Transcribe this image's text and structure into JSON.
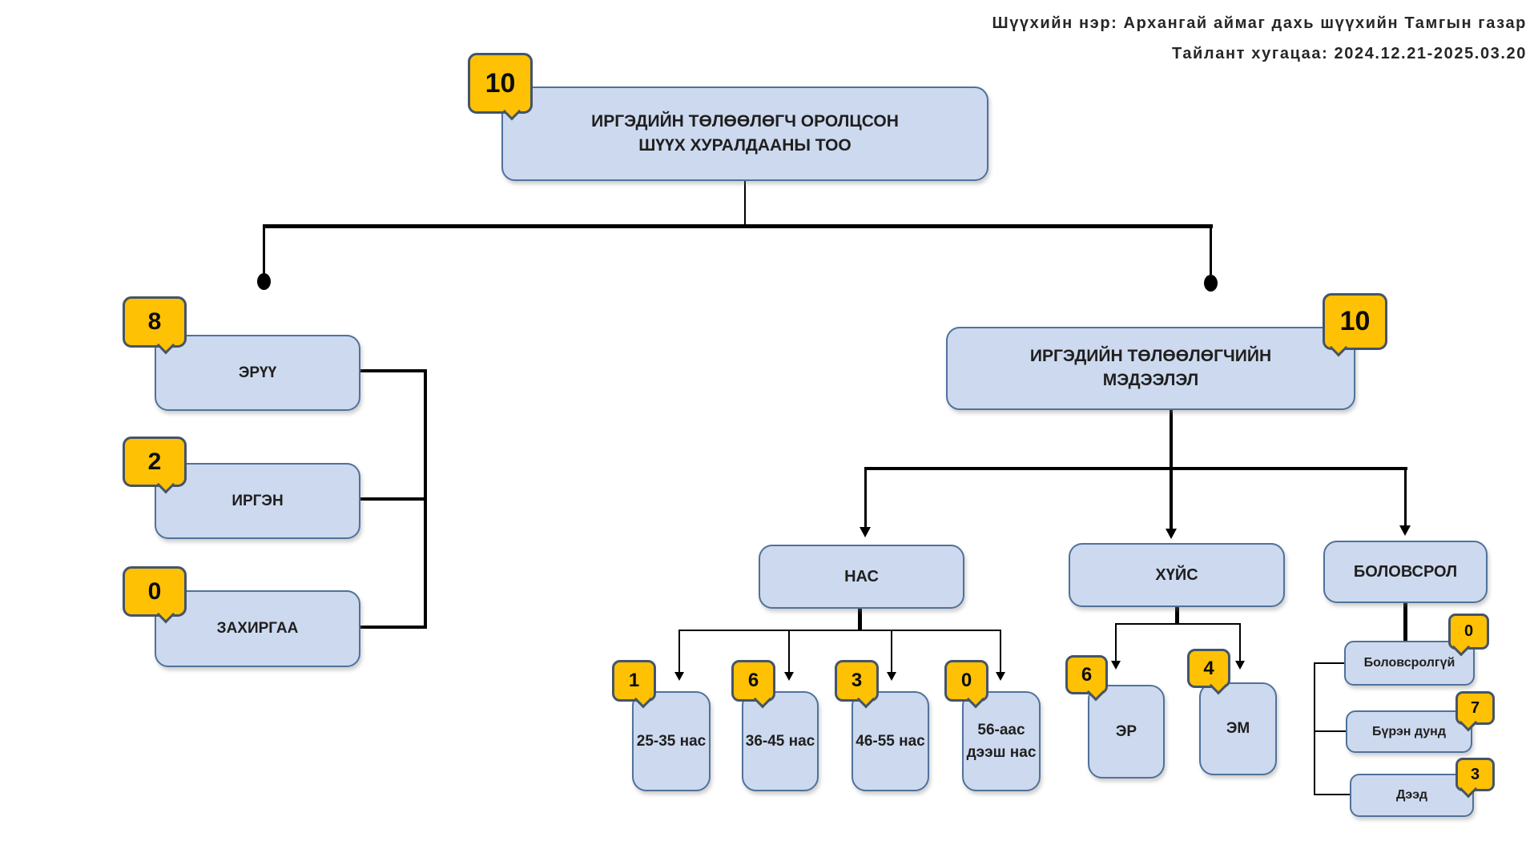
{
  "header": {
    "line1": "Шүүхийн нэр: Архангай аймаг дахь шүүхийн Тамгын газар",
    "line2": "Тайлант хугацаа: 2024.12.21-2025.03.20"
  },
  "root": {
    "badge": "10",
    "line1": "ИРГЭДИЙН ТӨЛӨӨЛӨГЧ ОРОЛЦСОН",
    "line2": "ШҮҮХ ХУРАЛДААНЫ ТОО"
  },
  "hearing_types": [
    {
      "label": "ЭРҮҮ",
      "badge": "8"
    },
    {
      "label": "ИРГЭН",
      "badge": "2"
    },
    {
      "label": "ЗАХИРГАА",
      "badge": "0"
    }
  ],
  "representative_info": {
    "badge": "10",
    "line1": "ИРГЭДИЙН ТӨЛӨӨЛӨГЧИЙН",
    "line2": "МЭДЭЭЛЭЛ"
  },
  "age": {
    "label": "НАС",
    "groups": [
      {
        "label": "25-35 нас",
        "badge": "1"
      },
      {
        "label": "36-45 нас",
        "badge": "6"
      },
      {
        "label": "46-55 нас",
        "badge": "3"
      },
      {
        "label": "56-аас дээш нас",
        "badge": "0"
      }
    ]
  },
  "gender": {
    "label": "ХҮЙС",
    "groups": [
      {
        "label": "ЭР",
        "badge": "6"
      },
      {
        "label": "ЭМ",
        "badge": "4"
      }
    ]
  },
  "education": {
    "label": "БОЛОВСРОЛ",
    "groups": [
      {
        "label": "Боловсролгүй",
        "badge": "0"
      },
      {
        "label": "Бүрэн дунд",
        "badge": "7"
      },
      {
        "label": "Дээд",
        "badge": "3"
      }
    ]
  },
  "colors": {
    "box_fill": "#cdd9ee",
    "box_border": "#4f729b",
    "badge_fill": "#ffc104",
    "badge_border": "#44546a",
    "line": "#000000"
  }
}
